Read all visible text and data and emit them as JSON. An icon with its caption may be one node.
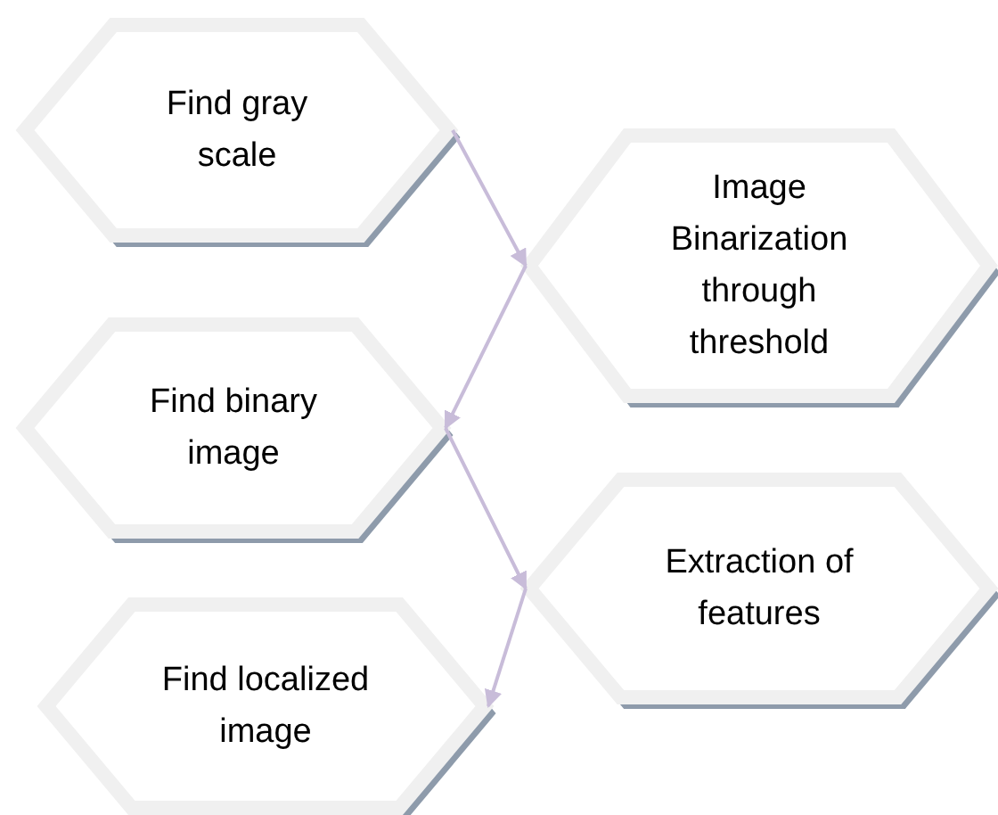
{
  "diagram": {
    "nodes": [
      {
        "text": [
          "Find gray scale"
        ]
      },
      {
        "text": [
          "Image Binarization through threshold"
        ]
      },
      {
        "text": [
          "Find binary image"
        ]
      },
      {
        "text": [
          "Extraction of features"
        ]
      },
      {
        "text": [
          "Find localized image"
        ]
      }
    ],
    "edges": [
      {
        "from": 0,
        "to": 1,
        "arrow": "to"
      },
      {
        "from": 1,
        "to": 2,
        "arrow": "to"
      },
      {
        "from": 2,
        "to": 3,
        "arrow": "to"
      },
      {
        "from": 3,
        "to": 4,
        "arrow": "to"
      }
    ]
  }
}
